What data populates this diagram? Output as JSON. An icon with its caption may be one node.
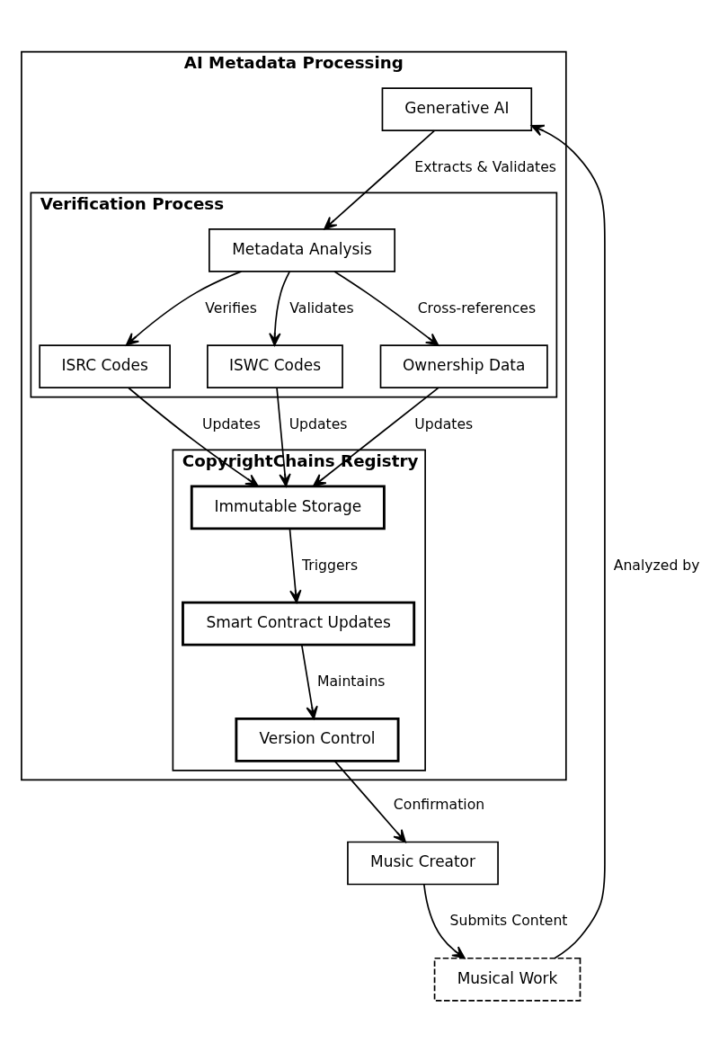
{
  "diagram": {
    "nodes": [
      {
        "text": [
          "AI Metadata Processing"
        ]
      },
      {
        "text": [
          "Generative AI"
        ],
        "in": 0
      },
      {
        "text": [
          "Verification Process"
        ],
        "in": 0
      },
      {
        "text": [
          "Metadata Analysis"
        ],
        "in": 2
      },
      {
        "text": [
          "ISRC Codes"
        ],
        "in": 2
      },
      {
        "text": [
          "ISWC Codes"
        ],
        "in": 2
      },
      {
        "text": [
          "Ownership Data"
        ],
        "in": 2
      },
      {
        "text": [
          "CopyrightChains Registry"
        ],
        "in": 0
      },
      {
        "text": [
          "Immutable Storage"
        ],
        "in": 7
      },
      {
        "text": [
          "Smart Contract Updates"
        ],
        "in": 7
      },
      {
        "text": [
          "Version Control"
        ],
        "in": 7
      },
      {
        "text": [
          "Music Creator"
        ]
      },
      {
        "text": [
          "Musical Work"
        ]
      }
    ],
    "edges": [
      {
        "from": 1,
        "to": 3,
        "arrow": "to",
        "label": "Extracts & Validates"
      },
      {
        "from": 3,
        "to": 4,
        "arrow": "to",
        "label": "Verifies"
      },
      {
        "from": 3,
        "to": 5,
        "arrow": "to",
        "label": "Validates"
      },
      {
        "from": 3,
        "to": 6,
        "arrow": "to",
        "label": "Cross-references"
      },
      {
        "from": 4,
        "to": 8,
        "arrow": "to",
        "label": "Updates"
      },
      {
        "from": 5,
        "to": 8,
        "arrow": "to",
        "label": "Updates"
      },
      {
        "from": 6,
        "to": 8,
        "arrow": "to",
        "label": "Updates"
      },
      {
        "from": 8,
        "to": 9,
        "arrow": "to",
        "label": "Triggers"
      },
      {
        "from": 9,
        "to": 10,
        "arrow": "to",
        "label": "Maintains"
      },
      {
        "from": 10,
        "to": 11,
        "arrow": "to",
        "label": "Confirmation"
      },
      {
        "from": 11,
        "to": 12,
        "arrow": "to",
        "label": "Submits Content"
      },
      {
        "from": 12,
        "to": 1,
        "arrow": "to",
        "label": "Analyzed by"
      }
    ]
  }
}
